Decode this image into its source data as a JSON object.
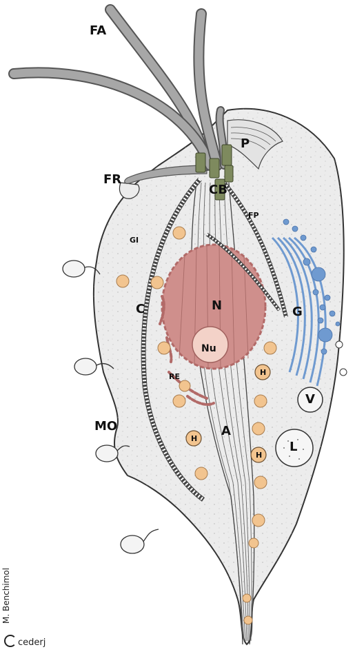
{
  "labels": {
    "fa": "FA",
    "fr": "FR",
    "p": "P",
    "cb": "CB",
    "fp": "FP",
    "gi": "GI",
    "n": "N",
    "nu": "Nu",
    "c": "C",
    "g": "G",
    "re": "RE",
    "h1": "H",
    "h2": "H",
    "h3": "H",
    "v": "V",
    "l": "L",
    "mo": "MO",
    "a": "A"
  },
  "credit": {
    "author": "M. Benchimol",
    "logo": "cederj"
  },
  "colors": {
    "cell_fill": "#ececec",
    "outline": "#333333",
    "flagella": "#a7a7a7",
    "nucleus": "#cf8f8c",
    "nucleus_dark": "#b26a68",
    "nucleolus": "#f3d2c8",
    "golgi": "#6f9ad0",
    "granules": "#f2c48f",
    "basal_body": "#7e8a5e"
  }
}
